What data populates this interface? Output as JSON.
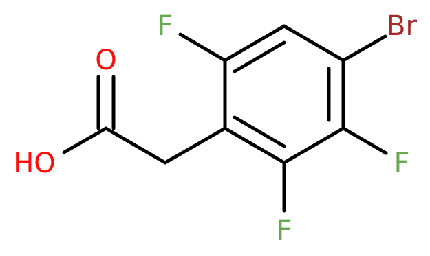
{
  "molecule": {
    "atoms": {
      "oxygen_carbonyl": {
        "label": "O",
        "color": "#ff0d0d"
      },
      "hydroxyl": {
        "label": "HO",
        "color": "#ff0d0d"
      },
      "fluorine_top": {
        "label": "F",
        "color": "#6aa84f"
      },
      "bromine": {
        "label": "Br",
        "color": "#a52a2a"
      },
      "fluorine_right": {
        "label": "F",
        "color": "#6aa84f"
      },
      "fluorine_bottom": {
        "label": "F",
        "color": "#6aa84f"
      }
    },
    "bond_color": "#000000"
  }
}
